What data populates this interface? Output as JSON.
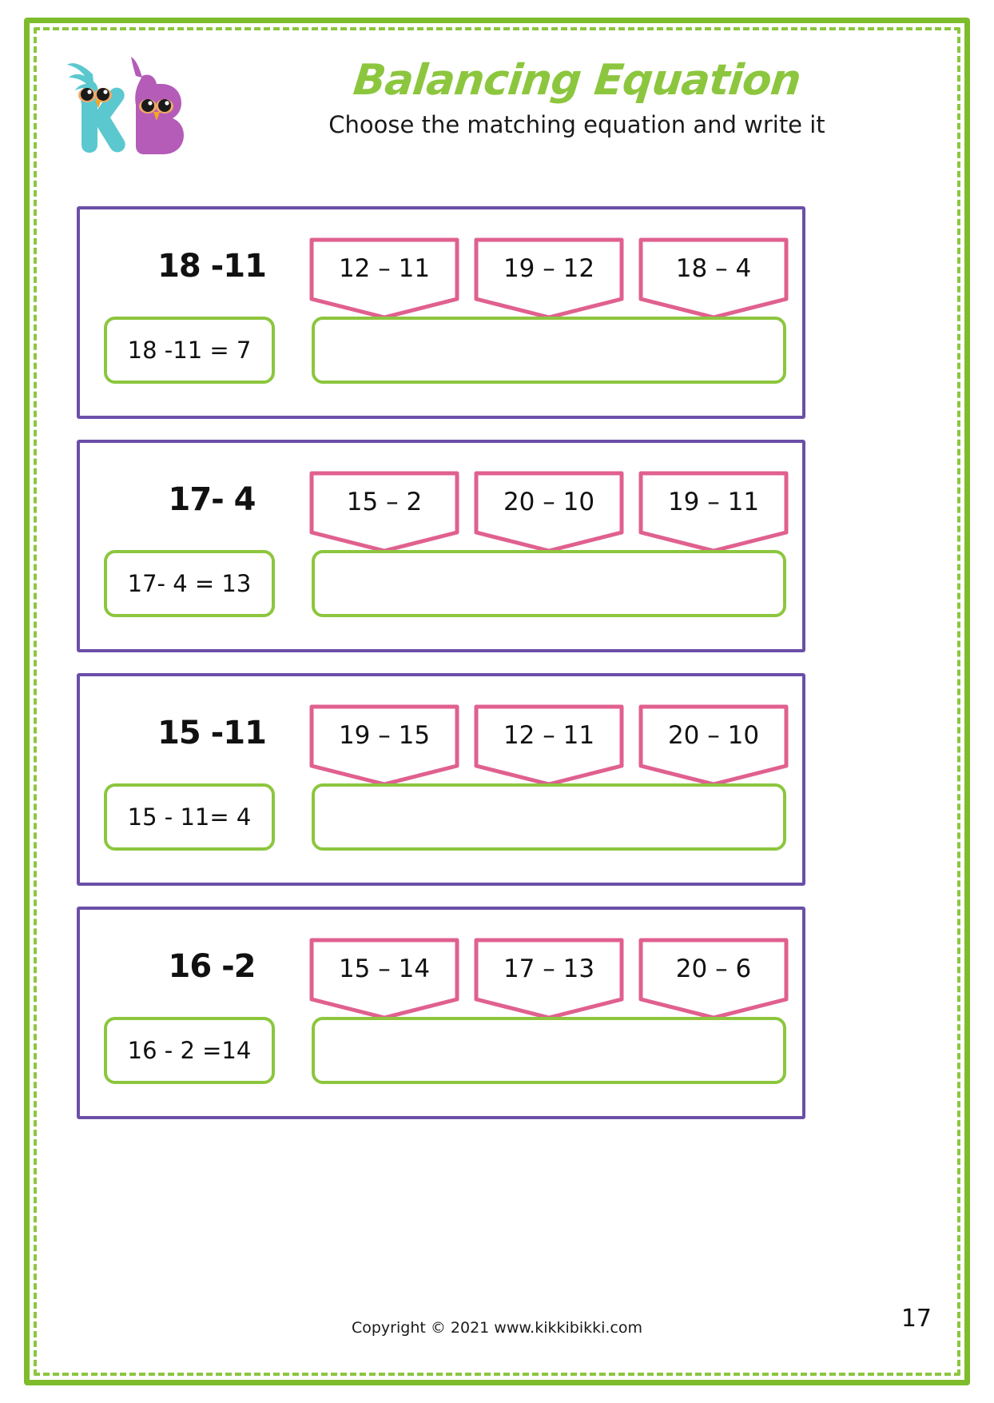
{
  "header": {
    "title": "Balancing Equation",
    "subtitle": "Choose the matching equation and write it",
    "logo": {
      "letter_k": "K",
      "letter_b": "B",
      "k_color": "#5bc8cf",
      "b_color": "#b45cb8"
    }
  },
  "colors": {
    "page_border_green": "#7ebc2b",
    "dashed_border_green": "#8cc63e",
    "problem_box_purple": "#6b4fa8",
    "banner_pink": "#e0608f",
    "answer_green": "#8cc63e",
    "title_green": "#8cc63e",
    "text_black": "#111111"
  },
  "problems": [
    {
      "expression": "18 -11",
      "options": [
        "12 – 11",
        "19 – 12",
        "18 – 4"
      ],
      "given_answer": "18 -11 = 7",
      "written_answer": ""
    },
    {
      "expression": "17- 4",
      "options": [
        "15 – 2",
        "20 – 10",
        "19 – 11"
      ],
      "given_answer": "17- 4 = 13",
      "written_answer": ""
    },
    {
      "expression": "15 -11",
      "options": [
        "19 – 15",
        "12 – 11",
        "20 – 10"
      ],
      "given_answer": "15 - 11= 4",
      "written_answer": ""
    },
    {
      "expression": "16 -2",
      "options": [
        "15 – 14",
        "17 – 13",
        "20 – 6"
      ],
      "given_answer": "16 - 2 =14",
      "written_answer": ""
    }
  ],
  "footer": {
    "copyright": "Copyright © 2021 www.kikkibikki.com",
    "page_number": "17"
  }
}
